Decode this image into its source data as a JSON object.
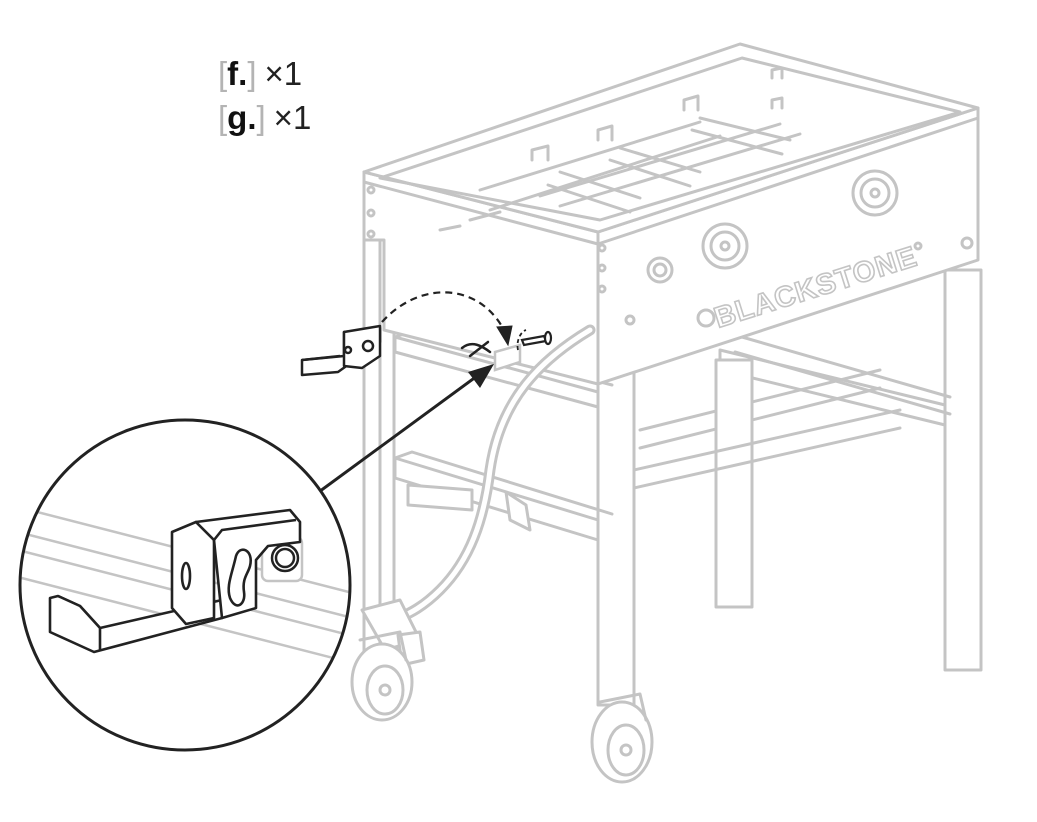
{
  "parts": [
    {
      "letter": "f.",
      "quantity": "×1"
    },
    {
      "letter": "g.",
      "quantity": "×1"
    }
  ],
  "brand_text": "BLACKSTONE",
  "colors": {
    "line_art": "#c4c4c4",
    "highlight": "#222222",
    "background": "#ffffff"
  }
}
